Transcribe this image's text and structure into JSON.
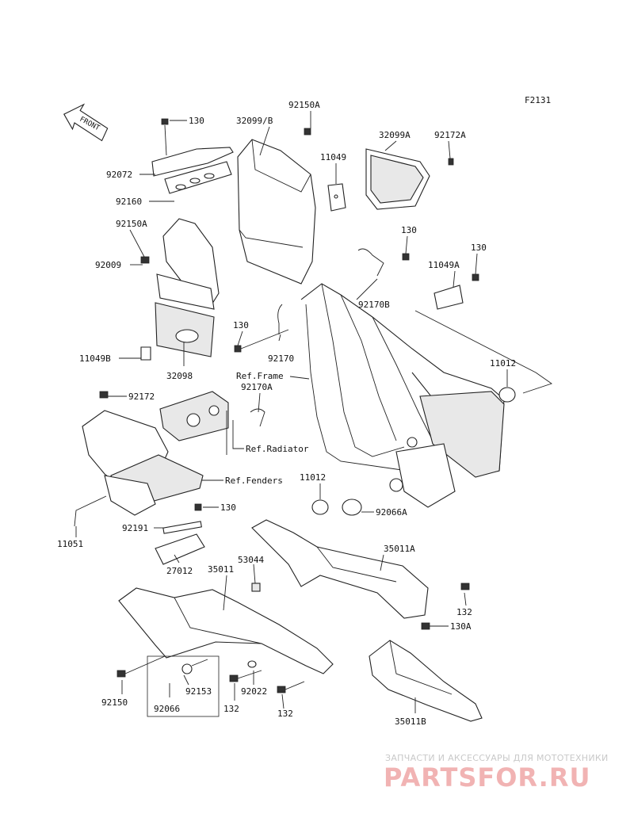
{
  "figure_code": "F2131",
  "front_label": "FRONT",
  "watermark": {
    "tagline": "ЗАПЧАСТИ И АКСЕССУАРЫ ДЛЯ МОТОТЕХНИКИ",
    "logo": "PARTSFOR.RU",
    "logo_color": "#f1b3b3"
  },
  "labels": {
    "l130a": "130",
    "l92072": "92072",
    "l92160": "92160",
    "l92150a_top": "92150A",
    "l32099b": "32099/B",
    "l11049": "11049",
    "l32099a": "32099A",
    "l92172a": "92172A",
    "l92150a": "92150A",
    "l92009": "92009",
    "l130b": "130",
    "l11049a": "11049A",
    "l130c": "130",
    "l92170b": "92170B",
    "l130d": "130",
    "l11049b": "11049B",
    "l92170": "92170",
    "l32098": "32098",
    "l11012a": "11012",
    "l92172": "92172",
    "l92170a": "92170A",
    "l ref_frame": "Ref.Frame",
    "lref_frame": "Ref.Frame",
    "lref_radiator": "Ref.Radiator",
    "lref_fenders": "Ref.Fenders",
    "l11012b": "11012",
    "l92066a": "92066A",
    "l130e": "130",
    "l92191": "92191",
    "l11051": "11051",
    "l27012": "27012",
    "l35011a": "35011A",
    "l35011": "35011",
    "l53044": "53044",
    "l132a": "132",
    "l130a2": "130A",
    "l92150": "92150",
    "l92153": "92153",
    "l92066": "92066",
    "l132b": "132",
    "l92022": "92022",
    "l132c": "132",
    "l35011b": "35011B"
  }
}
